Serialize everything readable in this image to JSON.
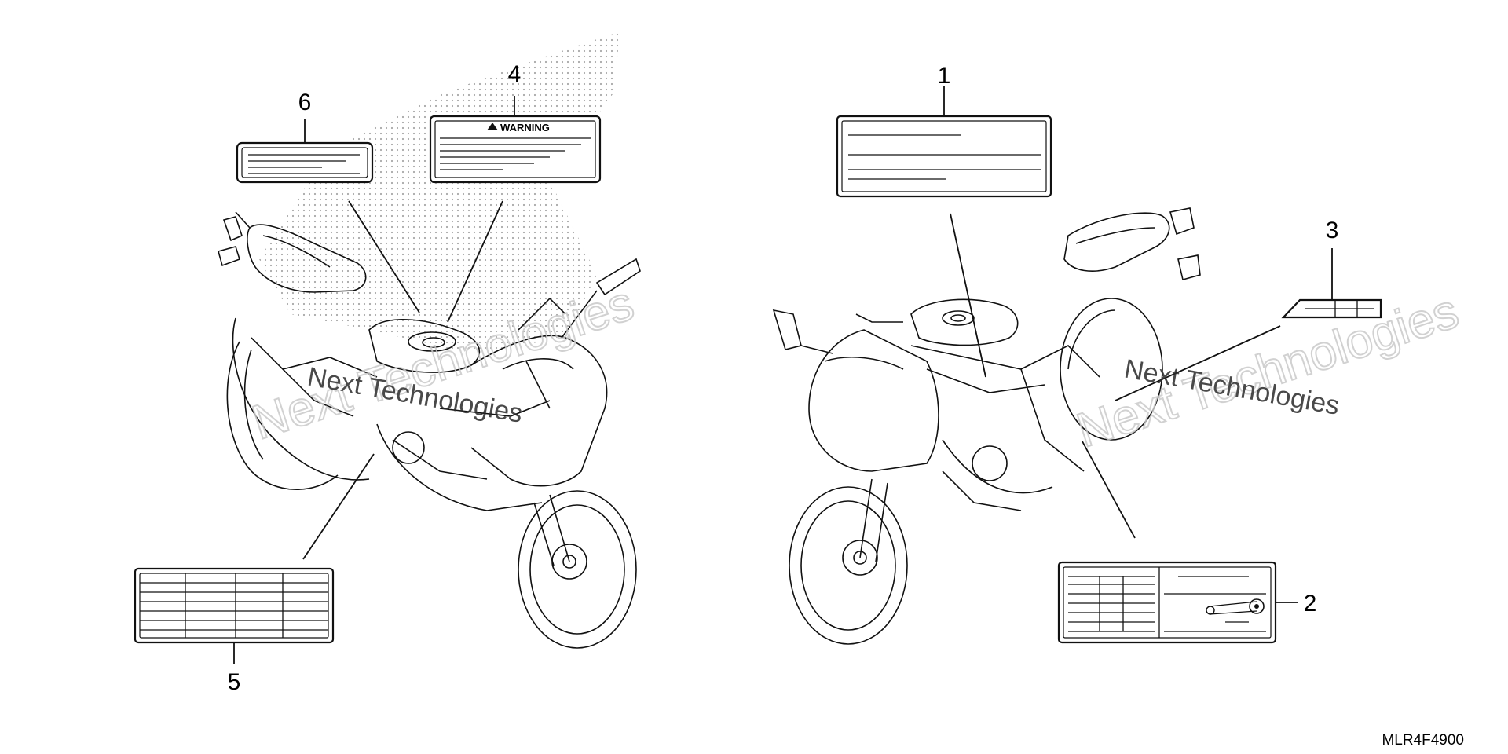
{
  "diagram_code": "MLR4F4900",
  "callouts": [
    {
      "id": "1",
      "label": "1"
    },
    {
      "id": "2",
      "label": "2"
    },
    {
      "id": "3",
      "label": "3"
    },
    {
      "id": "4",
      "label": "4"
    },
    {
      "id": "5",
      "label": "5"
    },
    {
      "id": "6",
      "label": "6"
    }
  ],
  "warning_label": {
    "heading": "WARNING",
    "icon": "warning-triangle-icon"
  },
  "watermark": {
    "line1": "Next Technologies",
    "line2": "Next Technologies"
  }
}
